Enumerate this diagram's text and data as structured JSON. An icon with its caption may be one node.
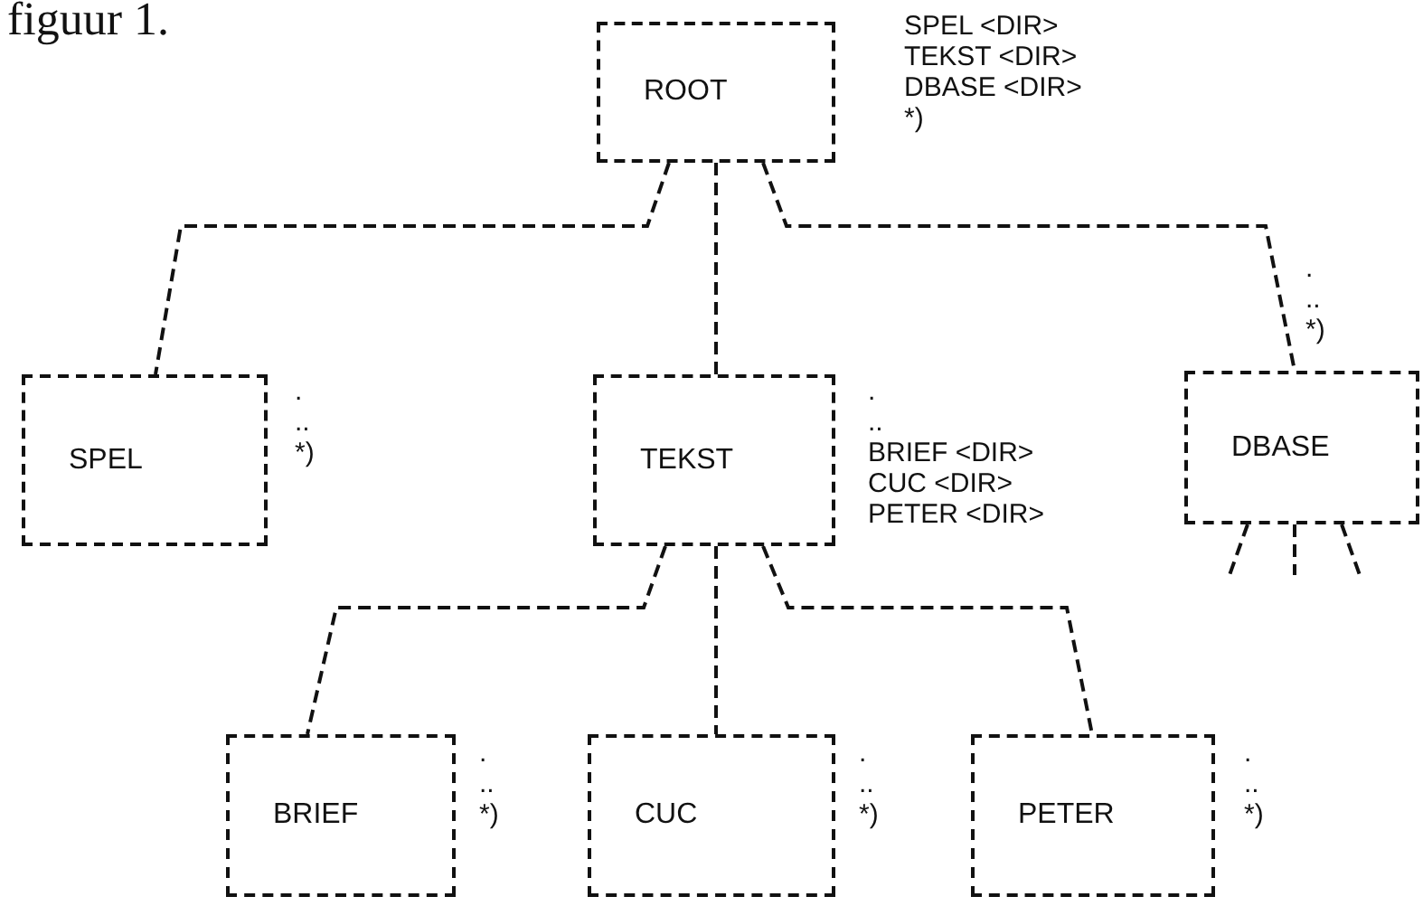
{
  "diagram": {
    "title": "figuur 1.",
    "nodes": [
      {
        "text": [
          "ROOT"
        ],
        "beside": [
          "SPEL <DIR>",
          "TEKST <DIR>",
          "DBASE <DIR>",
          "*)"
        ]
      },
      {
        "text": [
          "SPEL"
        ],
        "beside": [
          ".",
          "..",
          "*)"
        ]
      },
      {
        "text": [
          "TEKST"
        ],
        "beside": [
          ".",
          "..",
          "BRIEF <DIR>",
          "CUC <DIR>",
          "PETER <DIR>"
        ]
      },
      {
        "text": [
          "DBASE"
        ],
        "beside": [
          ".",
          "..",
          "*)"
        ]
      },
      {
        "text": [
          "BRIEF"
        ],
        "beside": [
          ".",
          "..",
          "*)"
        ]
      },
      {
        "text": [
          "CUC"
        ],
        "beside": [
          ".",
          "..",
          "*)"
        ]
      },
      {
        "text": [
          "PETER"
        ],
        "beside": [
          ".",
          "..",
          "*)"
        ]
      }
    ],
    "edges": [
      {
        "from": 0,
        "to": 1,
        "arrow": "none"
      },
      {
        "from": 0,
        "to": 2,
        "arrow": "none"
      },
      {
        "from": 0,
        "to": 3,
        "arrow": "none"
      },
      {
        "from": 2,
        "to": 4,
        "arrow": "none"
      },
      {
        "from": 2,
        "to": 5,
        "arrow": "none"
      },
      {
        "from": 2,
        "to": 6,
        "arrow": "none"
      },
      {
        "from": 3,
        "to": null,
        "arrow": "none"
      },
      {
        "from": 3,
        "to": null,
        "arrow": "none"
      },
      {
        "from": 3,
        "to": null,
        "arrow": "none"
      }
    ]
  }
}
